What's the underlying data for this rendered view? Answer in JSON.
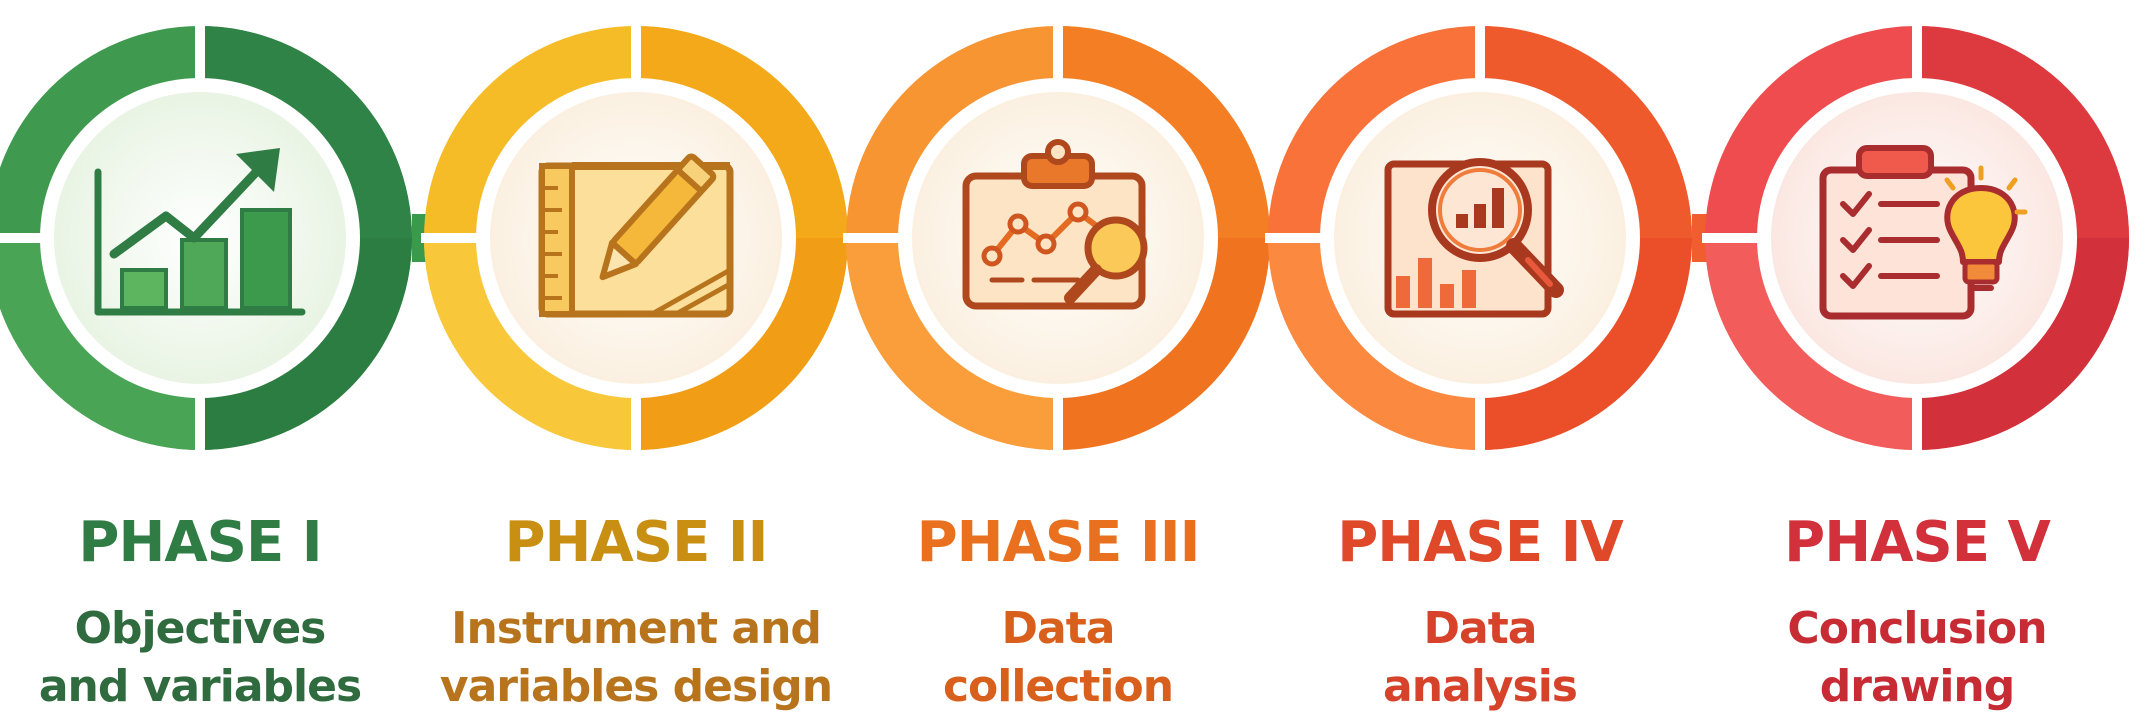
{
  "phases": [
    {
      "label": "PHASE I",
      "line1": "Objectives",
      "line2": "and variables",
      "color": "#2f7d45",
      "ring_light": "#56b05e",
      "ring_dark": "#2e8a48",
      "icon": "growth-chart-icon"
    },
    {
      "label": "PHASE II",
      "line1": "Instrument and",
      "line2": "variables design",
      "color": "#c98f12",
      "ring_light": "#f8c62c",
      "ring_dark": "#f0a819",
      "icon": "ruler-pencil-design-icon"
    },
    {
      "label": "PHASE III",
      "line1": "Data",
      "line2": "collection",
      "color": "#e9701e",
      "ring_light": "#f9a23a",
      "ring_dark": "#f27d22",
      "icon": "clipboard-chart-magnifier-icon"
    },
    {
      "label": "PHASE IV",
      "line1": "Data",
      "line2": "analysis",
      "color": "#e0482a",
      "ring_light": "#fb8b3c",
      "ring_dark": "#ee5b2c",
      "icon": "report-magnifier-icon"
    },
    {
      "label": "PHASE V",
      "line1": "Conclusion",
      "line2": "drawing",
      "color": "#d2303a",
      "ring_light": "#f2585c",
      "ring_dark": "#d8353e",
      "icon": "checklist-lightbulb-icon"
    }
  ]
}
